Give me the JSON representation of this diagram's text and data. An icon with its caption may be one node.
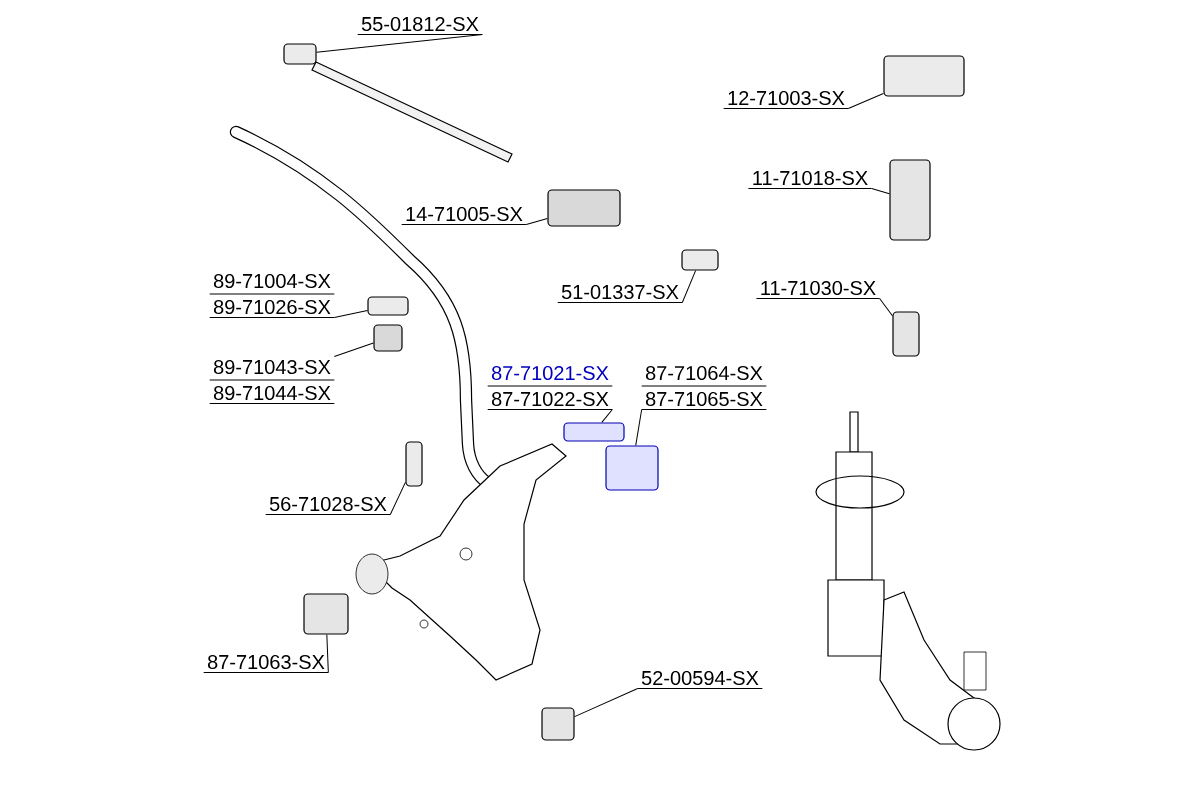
{
  "diagram": {
    "nodes": [
      {
        "text": [
          "55-01812-SX"
        ]
      },
      {
        "text": [],
        "shape": "box"
      },
      {
        "text": [
          "12-71003-SX"
        ]
      },
      {
        "text": [],
        "shape": "box"
      },
      {
        "text": [
          "11-71018-SX"
        ]
      },
      {
        "text": [],
        "shape": "box"
      },
      {
        "text": [
          "14-71005-SX"
        ]
      },
      {
        "text": [],
        "shape": "box"
      },
      {
        "text": [
          "51-01337-SX"
        ]
      },
      {
        "text": [],
        "shape": "box"
      },
      {
        "text": [
          "11-71030-SX"
        ]
      },
      {
        "text": [],
        "shape": "box"
      },
      {
        "text": [
          "89-71004-SX",
          "89-71026-SX"
        ]
      },
      {
        "text": [],
        "shape": "box"
      },
      {
        "text": [
          "89-71043-SX",
          "89-71044-SX"
        ]
      },
      {
        "text": [],
        "shape": "box"
      },
      {
        "text": [
          "87-71021-SX",
          "87-71022-SX"
        ]
      },
      {
        "text": [],
        "shape": "box"
      },
      {
        "text": [
          "87-71064-SX",
          "87-71065-SX"
        ]
      },
      {
        "text": [],
        "shape": "box"
      },
      {
        "text": [
          "56-71028-SX"
        ]
      },
      {
        "text": [],
        "shape": "box"
      },
      {
        "text": [
          "87-71063-SX"
        ]
      },
      {
        "text": [],
        "shape": "box"
      },
      {
        "text": [
          "52-00594-SX"
        ]
      },
      {
        "text": [],
        "shape": "box"
      }
    ],
    "edges": [
      {
        "from": 0,
        "to": 1,
        "arrow": "none"
      },
      {
        "from": 2,
        "to": 3,
        "arrow": "none"
      },
      {
        "from": 4,
        "to": 5,
        "arrow": "none"
      },
      {
        "from": 6,
        "to": 7,
        "arrow": "none"
      },
      {
        "from": 8,
        "to": 9,
        "arrow": "none"
      },
      {
        "from": 10,
        "to": 11,
        "arrow": "none"
      },
      {
        "from": 12,
        "to": 13,
        "arrow": "none"
      },
      {
        "from": 14,
        "to": 15,
        "arrow": "none"
      },
      {
        "from": 16,
        "to": 17,
        "arrow": "none"
      },
      {
        "from": 18,
        "to": 19,
        "arrow": "none"
      },
      {
        "from": 20,
        "to": 21,
        "arrow": "none"
      },
      {
        "from": 22,
        "to": 23,
        "arrow": "none"
      },
      {
        "from": 24,
        "to": 25,
        "arrow": "none"
      }
    ]
  }
}
